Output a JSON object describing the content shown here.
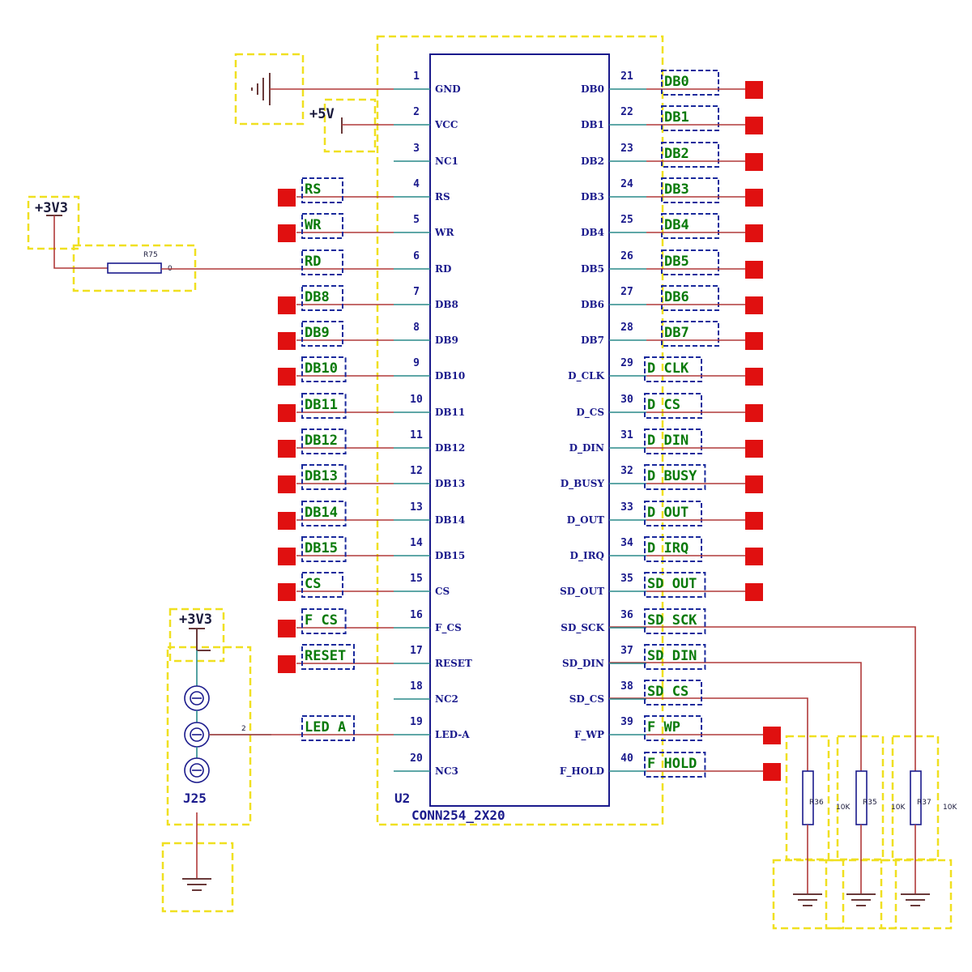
{
  "connector": {
    "ref": "U2",
    "part": "CONN254_2X20",
    "left_pins": [
      {
        "num": "1",
        "name": "GND",
        "net": "",
        "net_type": "gnd"
      },
      {
        "num": "2",
        "name": "VCC",
        "net": "+5V",
        "net_type": "power"
      },
      {
        "num": "3",
        "name": "NC1",
        "net": "",
        "net_type": "none"
      },
      {
        "num": "4",
        "name": "RS",
        "net": "RS",
        "net_type": "label"
      },
      {
        "num": "5",
        "name": "WR",
        "net": "WR",
        "net_type": "label"
      },
      {
        "num": "6",
        "name": "RD",
        "net": "RD",
        "net_type": "res"
      },
      {
        "num": "7",
        "name": "DB8",
        "net": "DB8",
        "net_type": "label"
      },
      {
        "num": "8",
        "name": "DB9",
        "net": "DB9",
        "net_type": "label"
      },
      {
        "num": "9",
        "name": "DB10",
        "net": "DB10",
        "net_type": "label"
      },
      {
        "num": "10",
        "name": "DB11",
        "net": "DB11",
        "net_type": "label"
      },
      {
        "num": "11",
        "name": "DB12",
        "net": "DB12",
        "net_type": "label"
      },
      {
        "num": "12",
        "name": "DB13",
        "net": "DB13",
        "net_type": "label"
      },
      {
        "num": "13",
        "name": "DB14",
        "net": "DB14",
        "net_type": "label"
      },
      {
        "num": "14",
        "name": "DB15",
        "net": "DB15",
        "net_type": "label"
      },
      {
        "num": "15",
        "name": "CS",
        "net": "CS",
        "net_type": "label"
      },
      {
        "num": "16",
        "name": "F_CS",
        "net": "F CS",
        "net_type": "label"
      },
      {
        "num": "17",
        "name": "RESET",
        "net": "RESET",
        "net_type": "label"
      },
      {
        "num": "18",
        "name": "NC2",
        "net": "",
        "net_type": "none"
      },
      {
        "num": "19",
        "name": "LED-A",
        "net": "LED A",
        "net_type": "led"
      },
      {
        "num": "20",
        "name": "NC3",
        "net": "",
        "net_type": "none"
      }
    ],
    "right_pins": [
      {
        "num": "21",
        "name": "DB0",
        "net": "DB0",
        "net_type": "label"
      },
      {
        "num": "22",
        "name": "DB1",
        "net": "DB1",
        "net_type": "label"
      },
      {
        "num": "23",
        "name": "DB2",
        "net": "DB2",
        "net_type": "label"
      },
      {
        "num": "24",
        "name": "DB3",
        "net": "DB3",
        "net_type": "label"
      },
      {
        "num": "25",
        "name": "DB4",
        "net": "DB4",
        "net_type": "label"
      },
      {
        "num": "26",
        "name": "DB5",
        "net": "DB5",
        "net_type": "label"
      },
      {
        "num": "27",
        "name": "DB6",
        "net": "DB6",
        "net_type": "label"
      },
      {
        "num": "28",
        "name": "DB7",
        "net": "DB7",
        "net_type": "label"
      },
      {
        "num": "29",
        "name": "D_CLK",
        "net": "D CLK",
        "net_type": "label"
      },
      {
        "num": "30",
        "name": "D_CS",
        "net": "D CS",
        "net_type": "label"
      },
      {
        "num": "31",
        "name": "D_DIN",
        "net": "D DIN",
        "net_type": "label"
      },
      {
        "num": "32",
        "name": "D_BUSY",
        "net": "D BUSY",
        "net_type": "label"
      },
      {
        "num": "33",
        "name": "D_OUT",
        "net": "D OUT",
        "net_type": "label"
      },
      {
        "num": "34",
        "name": "D_IRQ",
        "net": "D IRQ",
        "net_type": "label"
      },
      {
        "num": "35",
        "name": "SD_OUT",
        "net": "SD OUT",
        "net_type": "label"
      },
      {
        "num": "36",
        "name": "SD_SCK",
        "net": "SD SCK",
        "net_type": "pullup"
      },
      {
        "num": "37",
        "name": "SD_DIN",
        "net": "SD DIN",
        "net_type": "pullup"
      },
      {
        "num": "38",
        "name": "SD_CS",
        "net": "SD CS",
        "net_type": "pullup"
      },
      {
        "num": "39",
        "name": "F_WP",
        "net": "F WP",
        "net_type": "label"
      },
      {
        "num": "40",
        "name": "F_HOLD",
        "net": "F HOLD",
        "net_type": "label"
      }
    ]
  },
  "power": {
    "v5": "+5V",
    "v33_top": "+3V3",
    "v33_bottom": "+3V3"
  },
  "resistors": {
    "r75_ref": "R75",
    "r75_val": "0",
    "r36_ref": "R36",
    "r35_ref": "R35",
    "r37_ref": "R37",
    "r36_val": "10K",
    "r35_val": "10K",
    "r37_val": "10K"
  },
  "jumper": {
    "ref": "J25",
    "pin": "2"
  },
  "colors": {
    "wire": "#b03a3a",
    "pin_line": "#2a8a8a",
    "body": "#1a1a8c",
    "net_box": "#1a2a9c",
    "net_text": "#0a7a0a",
    "port": "#e01010",
    "highlight": "#f0e020"
  }
}
